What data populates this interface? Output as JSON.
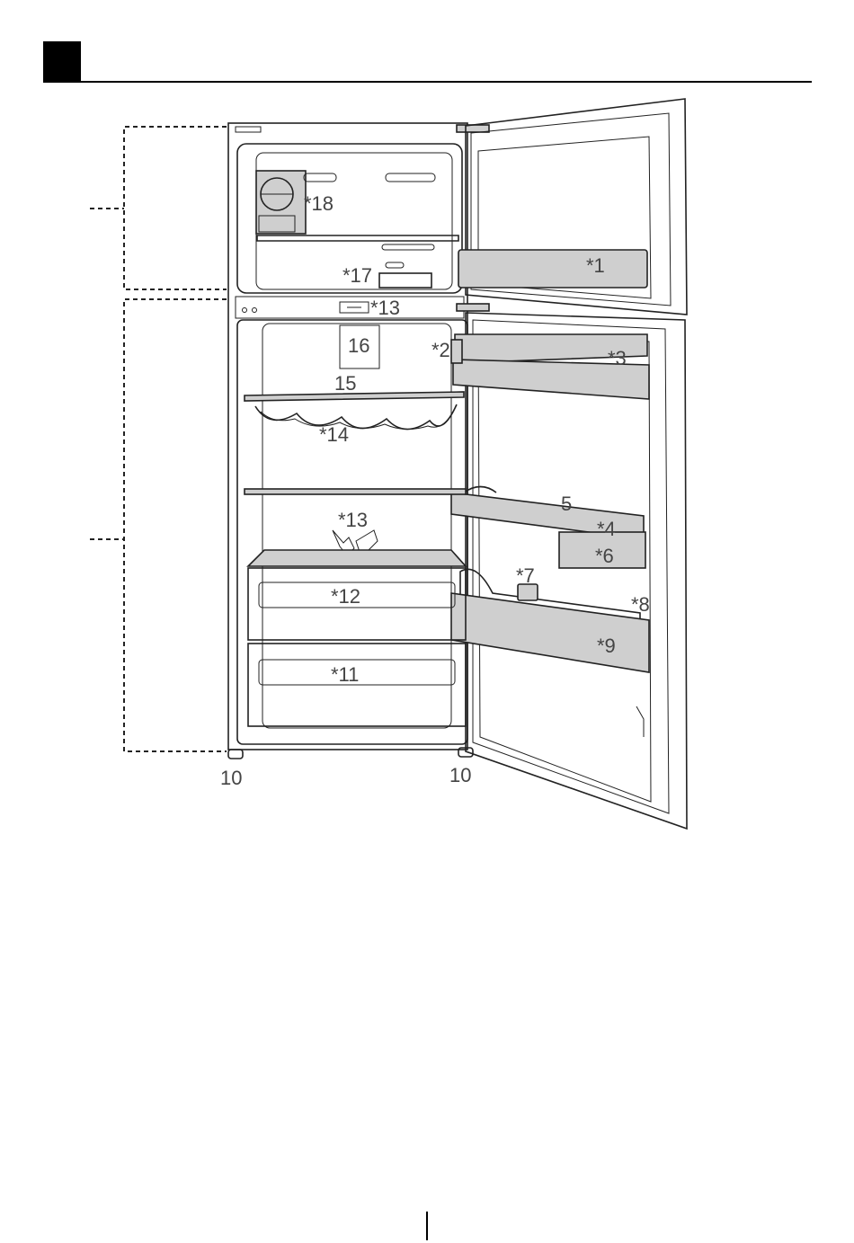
{
  "header": {
    "section_number": ""
  },
  "labels": {
    "l1": "*1",
    "l2": "*2",
    "l3": "*3",
    "l4": "*4",
    "l5": "5",
    "l6": "*6",
    "l7": "*7",
    "l8": "*8",
    "l9": "*9",
    "l10a": "10",
    "l10b": "10",
    "l11": "*11",
    "l12": "*12",
    "l13a": "*13",
    "l13b": "*13",
    "l14": "*14",
    "l15": "15",
    "l16": "16",
    "l17": "*17",
    "l18": "*18"
  },
  "colors": {
    "part_fill": "#cfcfcf",
    "ink": "#222222",
    "label": "#444444"
  }
}
